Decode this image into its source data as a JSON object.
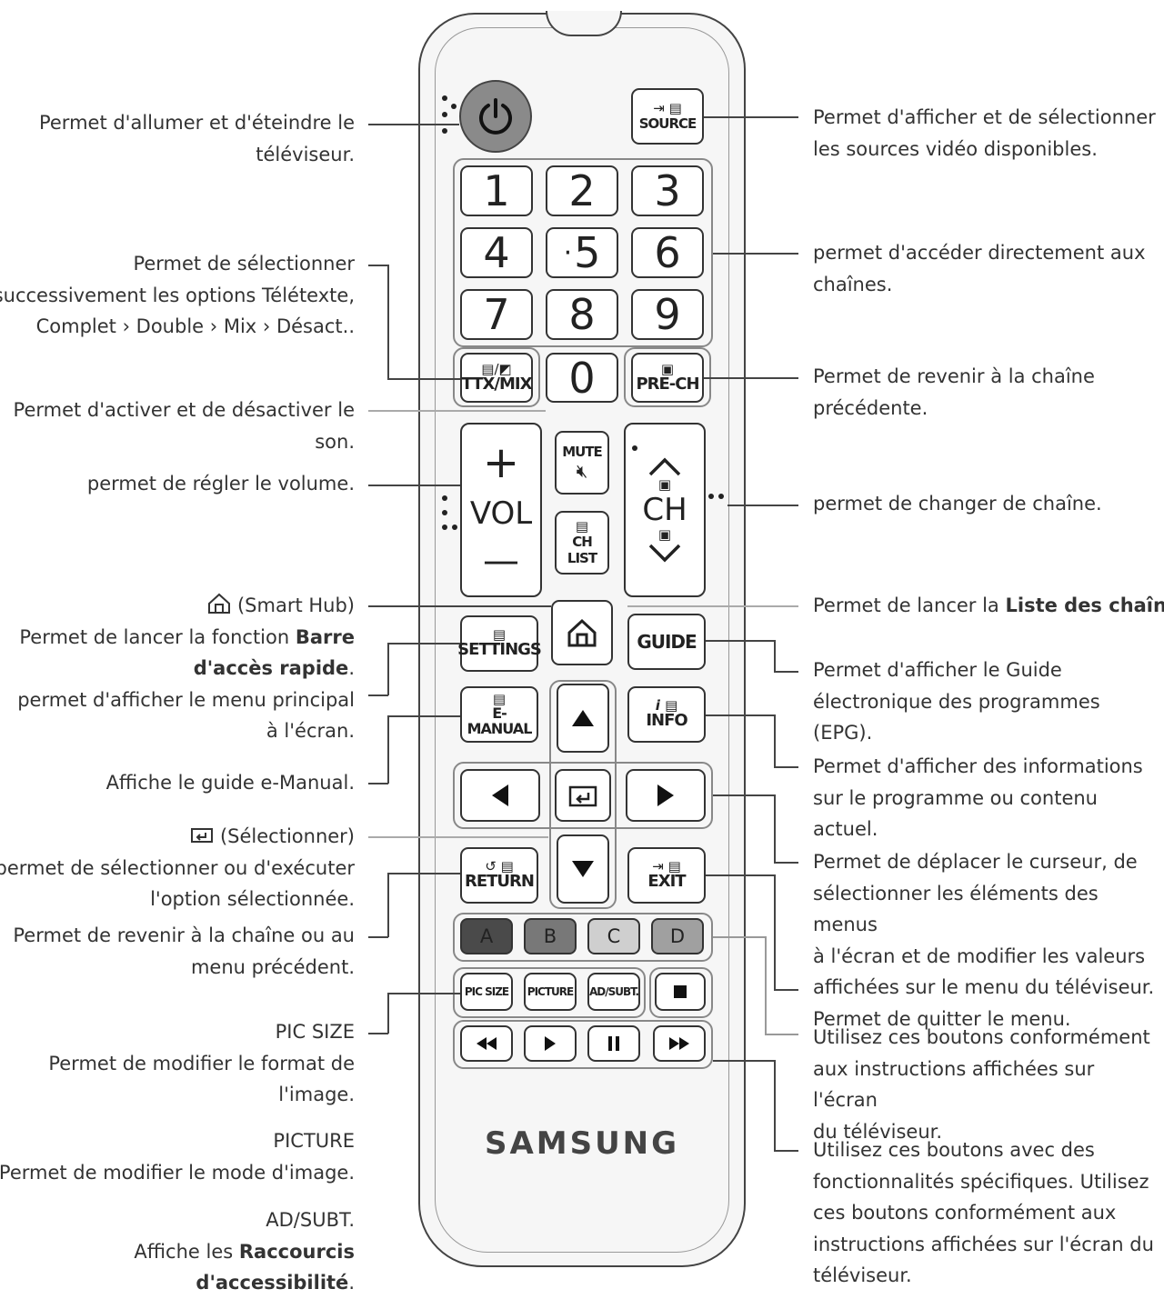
{
  "annotations_left": {
    "power": "Permet d'allumer et d'éteindre le téléviseur.",
    "ttx": [
      "Permet de sélectionner",
      "successivement les options Télétexte,"
    ],
    "ttx_seq": [
      "Complet",
      "Double",
      "Mix",
      "Désact.."
    ],
    "mute": [
      "Permet d'activer et de désactiver le",
      "son."
    ],
    "volume": "permet de régler le volume.",
    "smarthub_label": "(Smart Hub)",
    "smarthub_desc_1": "Permet de lancer la fonction ",
    "smarthub_desc_bold_1": "Barre",
    "smarthub_desc_bold_2": "d'accès rapide",
    "smarthub_desc_end": ".",
    "settings": [
      "permet d'afficher le menu principal",
      "à l'écran."
    ],
    "emanual": "Affiche le guide e-Manual.",
    "select_label": "(Sélectionner)",
    "select_desc": [
      "permet de sélectionner ou d'exécuter",
      "l'option sélectionnée."
    ],
    "return": [
      "Permet de revenir à la chaîne ou au",
      "menu précédent."
    ],
    "picsize_title": "PIC SIZE",
    "picsize_desc": [
      "Permet de modifier le format de",
      "l'image."
    ],
    "picture_title": "PICTURE",
    "picture_desc": "Permet de modifier le mode d'image.",
    "adsubt_title": "AD/SUBT.",
    "adsubt_desc_1": "Affiche les ",
    "adsubt_desc_bold": "Raccourcis d'accessibilité",
    "adsubt_desc_end": "."
  },
  "annotations_right": {
    "source": [
      "Permet d'afficher et de sélectionner",
      "les sources vidéo disponibles."
    ],
    "numbers": [
      "permet d'accéder directement aux",
      "chaînes."
    ],
    "prech": [
      "Permet de revenir à la chaîne",
      "précédente."
    ],
    "channel": "permet de changer de chaîne.",
    "chlist_1": "Permet de lancer la ",
    "chlist_bold": "Liste des chaînes",
    "chlist_end": ".",
    "guide": [
      "Permet d'afficher le Guide",
      "électronique des programmes (EPG)."
    ],
    "info": [
      "Permet d'afficher des informations",
      "sur le programme ou contenu actuel."
    ],
    "nav": [
      "Permet de déplacer le curseur, de",
      "sélectionner les éléments des menus",
      "à l'écran et de modifier les valeurs",
      "affichées sur le menu du téléviseur."
    ],
    "exit": "Permet de quitter le menu.",
    "color": [
      "Utilisez ces boutons conformément",
      "aux instructions affichées sur l'écran",
      "du téléviseur."
    ],
    "media": [
      "Utilisez ces boutons avec des",
      "fonctionnalités spécifiques. Utilisez",
      "ces boutons conformément aux",
      "instructions affichées sur l'écran du",
      "téléviseur."
    ]
  },
  "remote": {
    "source": "SOURCE",
    "digits": [
      "1",
      "2",
      "3",
      "4",
      "5",
      "6",
      "7",
      "8",
      "9"
    ],
    "zero": "0",
    "ttx": "TTX/MIX",
    "prech": "PRE-CH",
    "mute": "MUTE",
    "vol": "VOL",
    "vol_plus": "+",
    "vol_minus": "—",
    "ch": "CH",
    "chlist_1": "CH",
    "chlist_2": "LIST",
    "settings": "SETTINGS",
    "guide": "GUIDE",
    "emanual": "E-MANUAL",
    "info": "INFO",
    "return": "RETURN",
    "exit": "EXIT",
    "colors": [
      {
        "label": "A",
        "color": "#4a4a4a"
      },
      {
        "label": "B",
        "color": "#787878"
      },
      {
        "label": "C",
        "color": "#cfcfcf"
      },
      {
        "label": "D",
        "color": "#a0a0a0"
      }
    ],
    "picsize": "PIC SIZE",
    "picture": "PICTURE",
    "adsubt": "AD/SUBT.",
    "brand": "SAMSUNG"
  }
}
